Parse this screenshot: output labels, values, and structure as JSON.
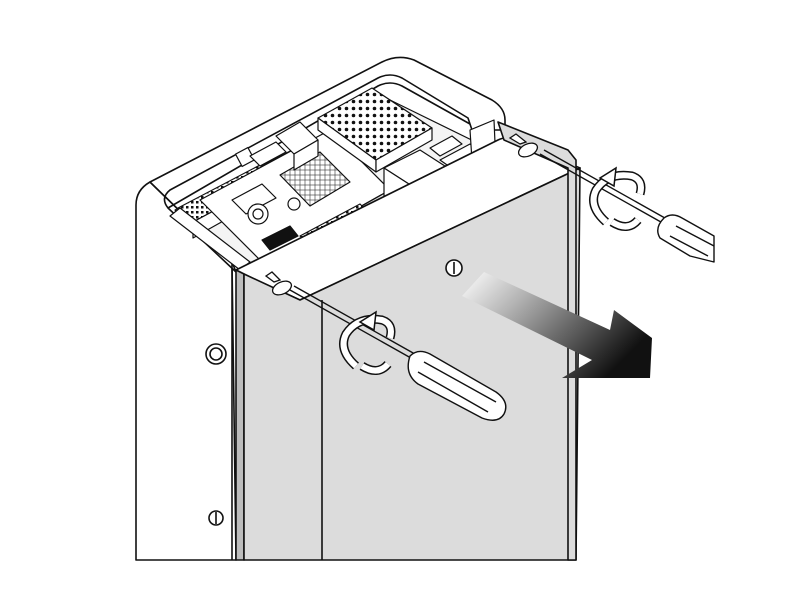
{
  "illustration": {
    "colors": {
      "line": "#111111",
      "panel_fill": "#dcdcdc",
      "housing_fill": "#ffffff",
      "board_fill": "#f4f4f4",
      "arrow_dark": "#111111",
      "arrow_light": "#ffffff"
    },
    "components": {
      "housing": "unit-housing",
      "front_cover": "front-cover-panel",
      "control_board": "control-board",
      "heatsink": "heatsink",
      "relay_block": "relay-block",
      "screwdrivers": [
        "left-screwdriver",
        "right-screwdriver"
      ],
      "rotation_arrows": [
        "left-rotation-arrow-icon",
        "right-rotation-arrow-icon"
      ],
      "pull_direction": "pull-direction-arrow-icon"
    }
  }
}
